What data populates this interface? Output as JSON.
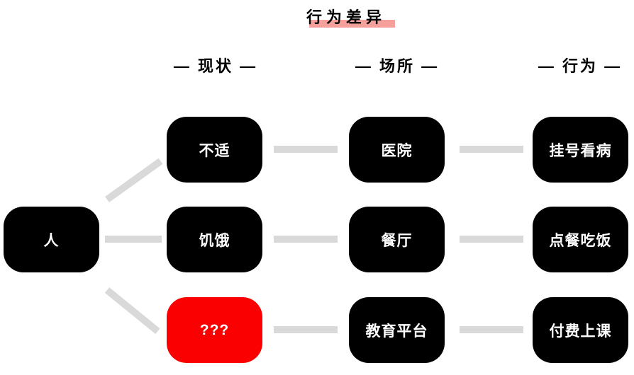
{
  "title": {
    "text": "行为差异"
  },
  "column_headers": [
    {
      "label": "— 现状 —"
    },
    {
      "label": "— 场所 —"
    },
    {
      "label": "— 行为 —"
    }
  ],
  "root": {
    "label": "人"
  },
  "rows": [
    {
      "status": "不适",
      "place": "医院",
      "behavior": "挂号看病"
    },
    {
      "status": "饥饿",
      "place": "餐厅",
      "behavior": "点餐吃饭"
    },
    {
      "status": "???",
      "place": "教育平台",
      "behavior": "付费上课"
    }
  ],
  "colors": {
    "node_bg": "#000000",
    "node_text": "#ffffff",
    "highlight_node_bg": "#fa0000",
    "connector": "#d9d9d9",
    "title_highlight": "#f5a09b",
    "text": "#000000"
  }
}
